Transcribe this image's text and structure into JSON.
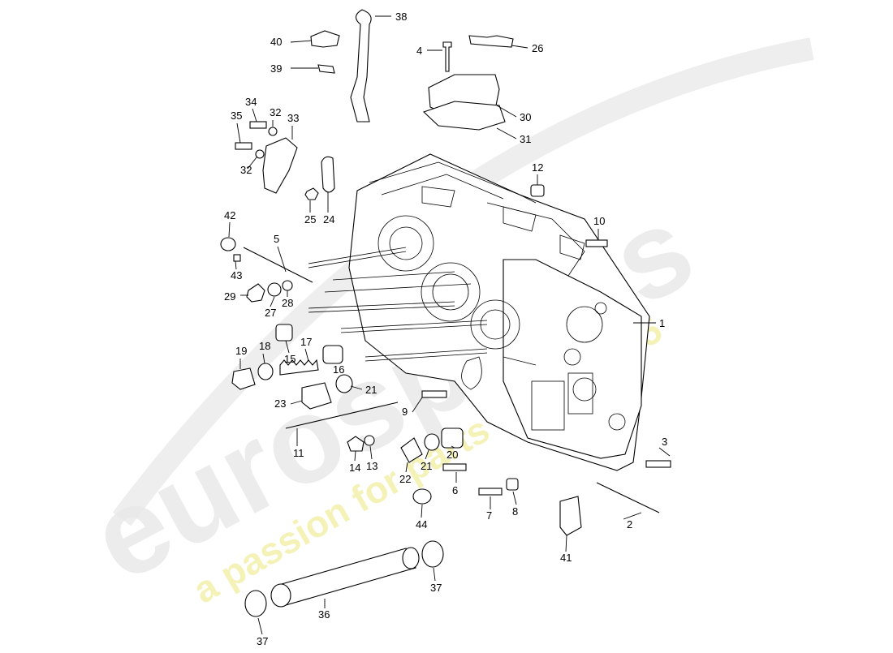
{
  "watermark": {
    "brand": "eurospares",
    "tagline": "a passion for parts since 1985",
    "brand_color": "#e9e9e9",
    "tagline_color": "#f3f1b0"
  },
  "callouts": [
    {
      "id": "c1",
      "label": "1"
    },
    {
      "id": "c2",
      "label": "2"
    },
    {
      "id": "c3",
      "label": "3"
    },
    {
      "id": "c4",
      "label": "4"
    },
    {
      "id": "c5",
      "label": "5"
    },
    {
      "id": "c6",
      "label": "6"
    },
    {
      "id": "c7",
      "label": "7"
    },
    {
      "id": "c8",
      "label": "8"
    },
    {
      "id": "c9",
      "label": "9"
    },
    {
      "id": "c10",
      "label": "10"
    },
    {
      "id": "c11",
      "label": "11"
    },
    {
      "id": "c12",
      "label": "12"
    },
    {
      "id": "c13",
      "label": "13"
    },
    {
      "id": "c14",
      "label": "14"
    },
    {
      "id": "c15",
      "label": "15"
    },
    {
      "id": "c16",
      "label": "16"
    },
    {
      "id": "c17",
      "label": "17"
    },
    {
      "id": "c18",
      "label": "18"
    },
    {
      "id": "c19",
      "label": "19"
    },
    {
      "id": "c20",
      "label": "20"
    },
    {
      "id": "c21a",
      "label": "21"
    },
    {
      "id": "c21b",
      "label": "21"
    },
    {
      "id": "c22",
      "label": "22"
    },
    {
      "id": "c23",
      "label": "23"
    },
    {
      "id": "c24",
      "label": "24"
    },
    {
      "id": "c25",
      "label": "25"
    },
    {
      "id": "c26",
      "label": "26"
    },
    {
      "id": "c27",
      "label": "27"
    },
    {
      "id": "c28",
      "label": "28"
    },
    {
      "id": "c29",
      "label": "29"
    },
    {
      "id": "c30",
      "label": "30"
    },
    {
      "id": "c31",
      "label": "31"
    },
    {
      "id": "c32a",
      "label": "32"
    },
    {
      "id": "c32b",
      "label": "32"
    },
    {
      "id": "c33",
      "label": "33"
    },
    {
      "id": "c34",
      "label": "34"
    },
    {
      "id": "c35",
      "label": "35"
    },
    {
      "id": "c36",
      "label": "36"
    },
    {
      "id": "c37a",
      "label": "37"
    },
    {
      "id": "c37b",
      "label": "37"
    },
    {
      "id": "c38",
      "label": "38"
    },
    {
      "id": "c39",
      "label": "39"
    },
    {
      "id": "c40",
      "label": "40"
    },
    {
      "id": "c41",
      "label": "41"
    },
    {
      "id": "c42",
      "label": "42"
    },
    {
      "id": "c43",
      "label": "43"
    },
    {
      "id": "c44",
      "label": "44"
    }
  ]
}
